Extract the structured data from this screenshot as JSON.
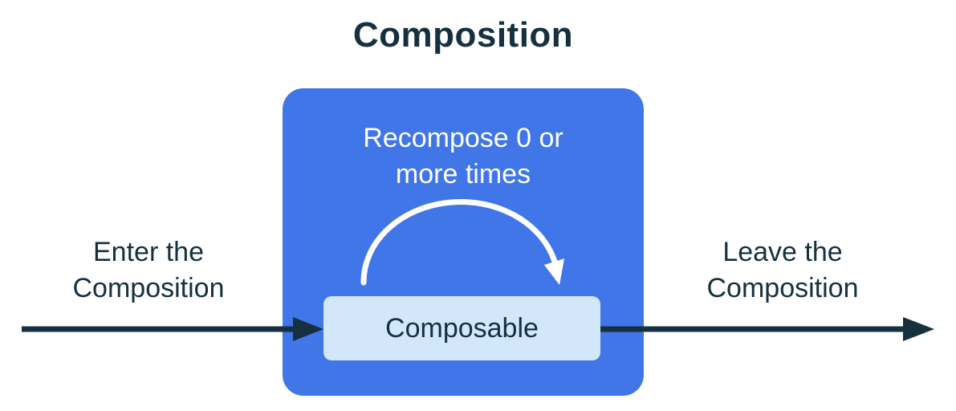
{
  "diagram": {
    "title": "Composition",
    "composition_box": {
      "recompose_label": "Recompose 0 or\nmore times"
    },
    "composable_box": {
      "label": "Composable"
    },
    "enter_label": "Enter the\nComposition",
    "leave_label": "Leave the\nComposition"
  },
  "icons": {
    "enter_arrow": "right-arrow",
    "leave_arrow": "right-arrow",
    "recompose_arc_arrow": "clockwise-arc-arrow"
  },
  "colors": {
    "background": "#ffffff",
    "composition_box_blue": "#4076e8",
    "composable_box_light_blue": "#d2e8fa",
    "text_dark_navy": "#16303f",
    "text_white": "#ffffff",
    "arrow_dark_navy": "#16303f",
    "arc_arrow_white": "#ffffff"
  }
}
